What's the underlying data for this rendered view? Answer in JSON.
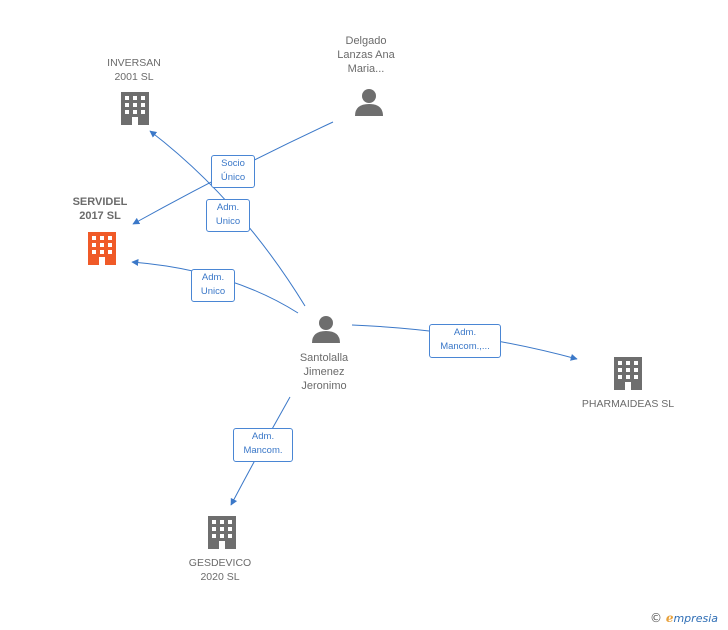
{
  "nodes": {
    "inversan": {
      "label": "INVERSAN\n2001 SL",
      "type": "company"
    },
    "servidel": {
      "label": "SERVIDEL\n2017  SL",
      "type": "company-focus"
    },
    "pharmaideas": {
      "label": "PHARMAIDEAS SL",
      "type": "company"
    },
    "gesdevico": {
      "label": "GESDEVICO\n2020  SL",
      "type": "company"
    },
    "delgado": {
      "label": "Delgado\nLanzas Ana\nMaria...",
      "type": "person"
    },
    "santolalla": {
      "label": "Santolalla\nJimenez\nJeronimo",
      "type": "person"
    }
  },
  "edges": [
    {
      "id": "socio-unico",
      "label": "Socio\nÚnico",
      "from": "delgado",
      "to": "servidel"
    },
    {
      "id": "adm-unico-inversan",
      "label": "Adm.\nUnico",
      "from": "santolalla",
      "to": "inversan"
    },
    {
      "id": "adm-unico-servidel",
      "label": "Adm.\nUnico",
      "from": "santolalla",
      "to": "servidel"
    },
    {
      "id": "adm-mancom-pharma",
      "label": "Adm.\nMancom.,...",
      "from": "santolalla",
      "to": "pharmaideas"
    },
    {
      "id": "adm-mancom-gesdevico",
      "label": "Adm.\nMancom.",
      "from": "santolalla",
      "to": "gesdevico"
    }
  ],
  "colors": {
    "edge": "#3b78c8",
    "icon_default": "#6e6e6e",
    "icon_focus": "#f05a28"
  },
  "footer": {
    "copyright": "©",
    "brand_first": "e",
    "brand_rest": "mpresia"
  }
}
